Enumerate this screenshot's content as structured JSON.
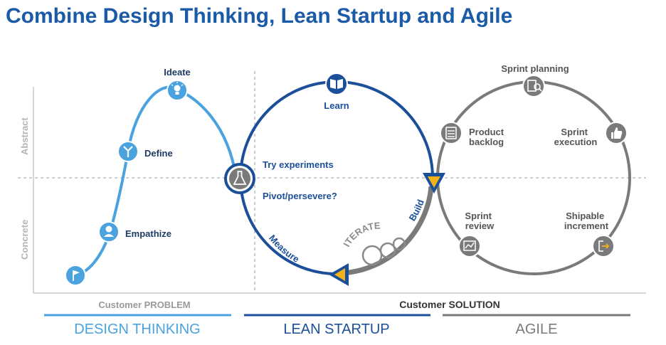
{
  "title": "Combine Design Thinking, Lean Startup and Agile",
  "axes": {
    "top": "Abstract",
    "bottom": "Concrete"
  },
  "design_thinking": {
    "steps": [
      "Ideate",
      "Define",
      "Empathize"
    ]
  },
  "lean_startup": {
    "learn": "Learn",
    "try": "Try experiments",
    "pivot": "Pivot/persevere?",
    "build": "Build",
    "measure": "Measure",
    "iterate": "ITERATE"
  },
  "agile": {
    "sprint_planning": "Sprint planning",
    "product_backlog": [
      "Product",
      "backlog"
    ],
    "sprint_execution": [
      "Sprint",
      "execution"
    ],
    "sprint_review": [
      "Sprint",
      "review"
    ],
    "shipable_increment": [
      "Shipable",
      "increment"
    ]
  },
  "sections": {
    "problem": "Customer PROBLEM",
    "solution": "Customer SOLUTION"
  },
  "bands": {
    "design_thinking": "DESIGN THINKING",
    "lean_startup": "LEAN STARTUP",
    "agile": "AGILE"
  },
  "colors": {
    "title": "#1b5aa6",
    "design_thinking": "#4aa3df",
    "lean_startup": "#1b4f99",
    "agile": "#7a7a7a",
    "accent": "#f2b21a"
  }
}
